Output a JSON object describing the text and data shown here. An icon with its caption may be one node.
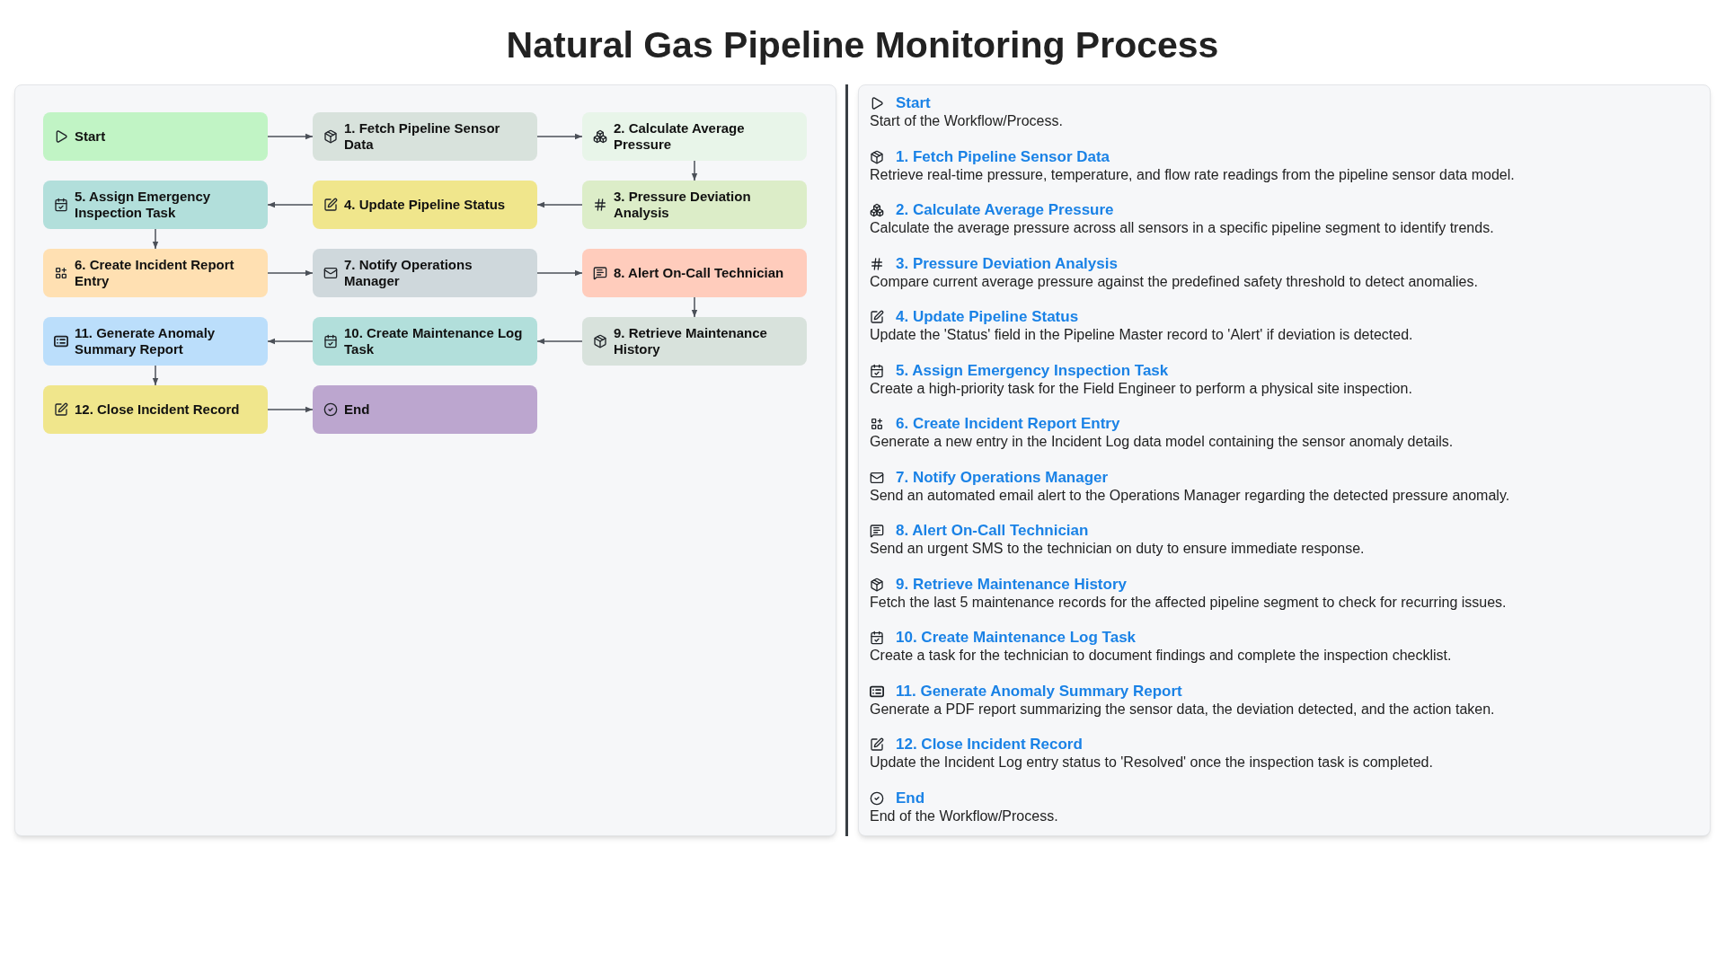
{
  "diagram": {
    "title": "Natural Gas Pipeline Monitoring Process",
    "nodes": [
      {
        "text": [
          "Start"
        ]
      },
      {
        "text": [
          "1. Fetch Pipeline Sensor Data"
        ]
      },
      {
        "text": [
          "2. Calculate Average Pressure"
        ]
      },
      {
        "text": [
          "3. Pressure Deviation Analysis"
        ]
      },
      {
        "text": [
          "4. Update Pipeline Status"
        ]
      },
      {
        "text": [
          "5. Assign Emergency Inspection Task"
        ]
      },
      {
        "text": [
          "6. Create Incident Report Entry"
        ]
      },
      {
        "text": [
          "7. Notify Operations Manager"
        ]
      },
      {
        "text": [
          "8. Alert On-Call Technician"
        ]
      },
      {
        "text": [
          "9. Retrieve Maintenance History"
        ]
      },
      {
        "text": [
          "10. Create Maintenance Log Task"
        ]
      },
      {
        "text": [
          "11. Generate Anomaly Summary Report"
        ]
      },
      {
        "text": [
          "12. Close Incident Record"
        ]
      },
      {
        "text": [
          "End"
        ]
      }
    ],
    "edges": [
      {
        "from": 0,
        "to": 1,
        "arrow": "to"
      },
      {
        "from": 1,
        "to": 2,
        "arrow": "to"
      },
      {
        "from": 2,
        "to": 3,
        "arrow": "to"
      },
      {
        "from": 3,
        "to": 4,
        "arrow": "to"
      },
      {
        "from": 4,
        "to": 5,
        "arrow": "to"
      },
      {
        "from": 5,
        "to": 6,
        "arrow": "to"
      },
      {
        "from": 6,
        "to": 7,
        "arrow": "to"
      },
      {
        "from": 7,
        "to": 8,
        "arrow": "to"
      },
      {
        "from": 8,
        "to": 9,
        "arrow": "to"
      },
      {
        "from": 9,
        "to": 10,
        "arrow": "to"
      },
      {
        "from": 10,
        "to": 11,
        "arrow": "to"
      },
      {
        "from": 11,
        "to": 12,
        "arrow": "to"
      },
      {
        "from": 12,
        "to": 13,
        "arrow": "to"
      }
    ],
    "labels": [
      "Start",
      "Start of the Workflow/Process.",
      "1. Fetch Pipeline Sensor Data",
      "Retrieve real-time pressure, temperature, and flow rate readings from the pipeline sensor data model.",
      "2. Calculate Average Pressure",
      "Calculate the average pressure across all sensors in a specific pipeline segment to identify trends.",
      "3. Pressure Deviation Analysis",
      "Compare current average pressure against the predefined safety threshold to detect anomalies.",
      "4. Update Pipeline Status",
      "Update the 'Status' field in the Pipeline Master record to 'Alert' if deviation is detected.",
      "5. Assign Emergency Inspection Task",
      "Create a high-priority task for the Field Engineer to perform a physical site inspection.",
      "6. Create Incident Report Entry",
      "Generate a new entry in the Incident Log data model containing the sensor anomaly details.",
      "7. Notify Operations Manager",
      "Send an automated email alert to the Operations Manager regarding the detected pressure anomaly.",
      "8. Alert On-Call Technician",
      "Send an urgent SMS to the technician on duty to ensure immediate response.",
      "9. Retrieve Maintenance History",
      "Fetch the last 5 maintenance records for the affected pipeline segment to check for recurring issues.",
      "10. Create Maintenance Log Task",
      "Create a task for the technician to document findings and complete the inspection checklist.",
      "11. Generate Anomaly Summary Report",
      "Generate a PDF report summarizing the sensor data, the deviation detected, and the action taken.",
      "12. Close Incident Record",
      "Update the Incident Log entry status to 'Resolved' once the inspection task is completed.",
      "End",
      "End of the Workflow/Process."
    ]
  }
}
